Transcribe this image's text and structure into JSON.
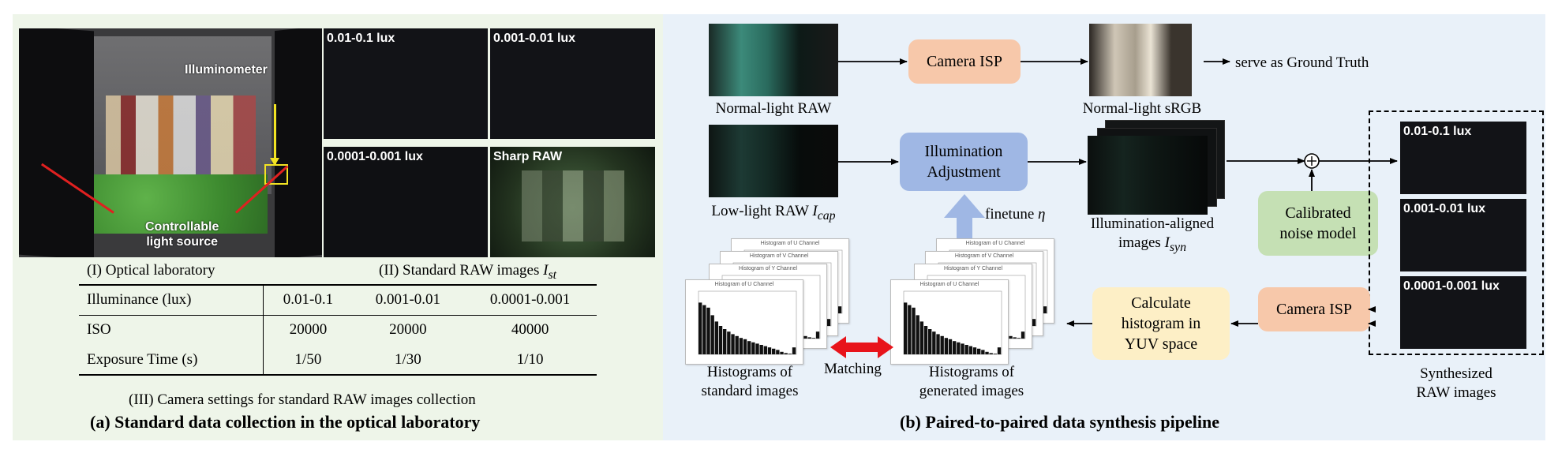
{
  "panel_a": {
    "lab_labels": {
      "illuminometer": "Illuminometer",
      "light_source_line1": "Controllable",
      "light_source_line2": "light source"
    },
    "standard_images": [
      {
        "label": "0.01-0.1 lux"
      },
      {
        "label": "0.001-0.01 lux"
      },
      {
        "label": "0.0001-0.001 lux"
      },
      {
        "label": "Sharp RAW"
      }
    ],
    "caption_lab": "(I) Optical laboratory",
    "caption_std_prefix": "(II) Standard RAW images ",
    "caption_std_symbol": "I",
    "caption_std_sub": "st",
    "table": {
      "header": [
        "Illuminance (lux)",
        "0.01-0.1",
        "0.001-0.01",
        "0.0001-0.001"
      ],
      "rows": [
        [
          "ISO",
          "20000",
          "20000",
          "40000"
        ],
        [
          "Exposure Time (s)",
          "1/50",
          "1/30",
          "1/10"
        ]
      ]
    },
    "caption_table": "(III) Camera settings for standard RAW images collection",
    "title": "(a) Standard data collection in the optical laboratory"
  },
  "panel_b": {
    "normal_raw": "Normal-light RAW",
    "camera_isp_top": "Camera ISP",
    "normal_srgb": "Normal-light sRGB",
    "ground_truth": "serve as Ground Truth",
    "low_raw_prefix": "Low-light RAW ",
    "low_raw_symbol": "I",
    "low_raw_sub": "cap",
    "illum_adjust_line1": "Illumination",
    "illum_adjust_line2": "Adjustment",
    "finetune_prefix": "finetune ",
    "finetune_symbol": "η",
    "aligned_line1": "Illumination-aligned",
    "aligned_line2_prefix": "images ",
    "aligned_symbol": "I",
    "aligned_sub": "syn",
    "noise_line1": "Calibrated",
    "noise_line2": "noise model",
    "synth_images": [
      {
        "label": "0.01-0.1 lux"
      },
      {
        "label": "0.001-0.01 lux"
      },
      {
        "label": "0.0001-0.001 lux"
      }
    ],
    "synth_caption_line1": "Synthesized",
    "synth_caption_line2": "RAW images",
    "camera_isp_bottom": "Camera ISP",
    "calc_line1": "Calculate",
    "calc_line2": "histogram in",
    "calc_line3": "YUV space",
    "hist_std_line1": "Histograms of",
    "hist_std_line2": "standard images",
    "matching": "Matching",
    "hist_gen_line1": "Histograms of",
    "hist_gen_line2": "generated images",
    "hist_card_titles": [
      "Histogram of U Channel",
      "Histogram of V Channel",
      "Histogram of Y Channel"
    ],
    "title": "(b) Paired-to-paired data synthesis pipeline"
  },
  "colors": {
    "panel_a_bg": "#eef5e9",
    "panel_b_bg": "#e9f1f9",
    "isp_box": "#f7c8aa",
    "adjust_box": "#9fb7e4",
    "noise_box": "#c5e0b4",
    "calc_box": "#fdefc6",
    "matching_arrow": "#e8141b",
    "illuminometer_marker": "#f2e323"
  },
  "histogram_bars": {
    "values": [
      0.82,
      0.78,
      0.74,
      0.62,
      0.52,
      0.45,
      0.4,
      0.36,
      0.32,
      0.29,
      0.26,
      0.24,
      0.21,
      0.19,
      0.17,
      0.15,
      0.13,
      0.11,
      0.09,
      0.07,
      0.04,
      0.02,
      0.01,
      0.11
    ]
  }
}
